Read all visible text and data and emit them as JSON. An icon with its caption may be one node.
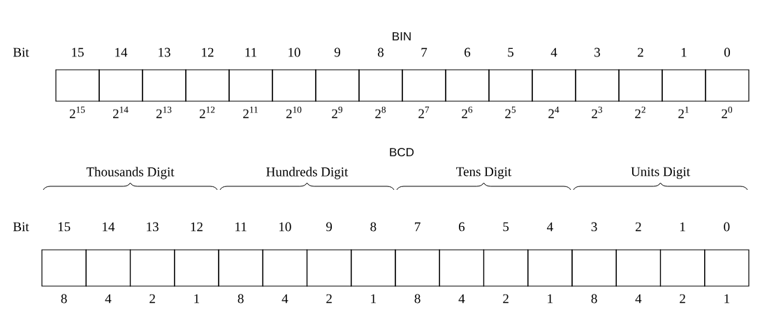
{
  "diagram": {
    "nodes": [
      {
        "text": [],
        "shape": "box",
        "beside": [
          "15",
          "2$^{15}$"
        ]
      },
      {
        "text": [],
        "shape": "box",
        "beside": [
          "14",
          "2$^{14}$"
        ]
      },
      {
        "text": [],
        "shape": "box",
        "beside": [
          "13",
          "2$^{13}$"
        ]
      },
      {
        "text": [],
        "shape": "box",
        "beside": [
          "12",
          "2$^{12}$"
        ]
      },
      {
        "text": [],
        "shape": "box",
        "beside": [
          "11",
          "2$^{11}$"
        ]
      },
      {
        "text": [],
        "shape": "box",
        "beside": [
          "10",
          "2$^{10}$"
        ]
      },
      {
        "text": [],
        "shape": "box",
        "beside": [
          "9",
          "2$^{9}$"
        ]
      },
      {
        "text": [],
        "shape": "box",
        "beside": [
          "8",
          "2$^{8}$"
        ]
      },
      {
        "text": [],
        "shape": "box",
        "beside": [
          "7",
          "2$^{7}$"
        ]
      },
      {
        "text": [],
        "shape": "box",
        "beside": [
          "6",
          "2$^{6}$"
        ]
      },
      {
        "text": [],
        "shape": "box",
        "beside": [
          "5",
          "2$^{5}$"
        ]
      },
      {
        "text": [],
        "shape": "box",
        "beside": [
          "4",
          "2$^{4}$"
        ]
      },
      {
        "text": [],
        "shape": "box",
        "beside": [
          "3",
          "2$^{3}$"
        ]
      },
      {
        "text": [],
        "shape": "box",
        "beside": [
          "2",
          "2$^{2}$"
        ]
      },
      {
        "text": [],
        "shape": "box",
        "beside": [
          "1",
          "2$^{1}$"
        ]
      },
      {
        "text": [],
        "shape": "box",
        "beside": [
          "0",
          "2$^{0}$"
        ]
      },
      {
        "text": [],
        "shape": "box",
        "beside": [
          "15",
          "8"
        ]
      },
      {
        "text": [],
        "shape": "box",
        "beside": [
          "14",
          "4"
        ]
      },
      {
        "text": [],
        "shape": "box",
        "beside": [
          "13",
          "2"
        ]
      },
      {
        "text": [],
        "shape": "box",
        "beside": [
          "12",
          "1"
        ]
      },
      {
        "text": [],
        "shape": "box",
        "beside": [
          "11",
          "8"
        ]
      },
      {
        "text": [],
        "shape": "box",
        "beside": [
          "10",
          "4"
        ]
      },
      {
        "text": [],
        "shape": "box",
        "beside": [
          "9",
          "2"
        ]
      },
      {
        "text": [],
        "shape": "box",
        "beside": [
          "8",
          "1"
        ]
      },
      {
        "text": [],
        "shape": "box",
        "beside": [
          "7",
          "8"
        ]
      },
      {
        "text": [],
        "shape": "box",
        "beside": [
          "6",
          "4"
        ]
      },
      {
        "text": [],
        "shape": "box",
        "beside": [
          "5",
          "2"
        ]
      },
      {
        "text": [],
        "shape": "box",
        "beside": [
          "4",
          "1"
        ]
      },
      {
        "text": [],
        "shape": "box",
        "beside": [
          "3",
          "8"
        ]
      },
      {
        "text": [],
        "shape": "box",
        "beside": [
          "2",
          "4"
        ]
      },
      {
        "text": [],
        "shape": "box",
        "beside": [
          "1",
          "2"
        ]
      },
      {
        "text": [],
        "shape": "box",
        "beside": [
          "0",
          "1"
        ]
      }
    ],
    "labels": [
      "BIN",
      "Bit",
      "BCD",
      "Thousands Digit",
      "Hundreds Digit",
      "Tens Digit",
      "Units Digit",
      "Bit"
    ]
  }
}
